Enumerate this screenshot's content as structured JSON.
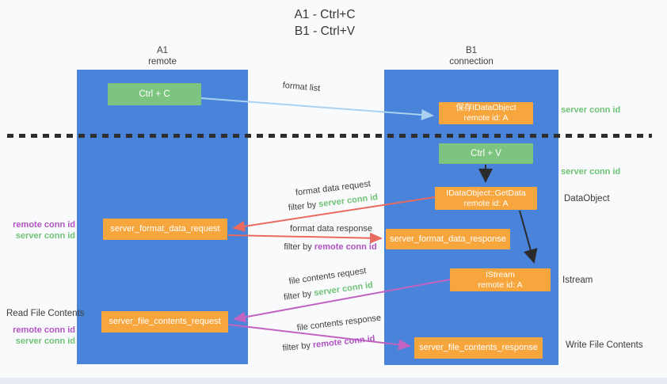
{
  "title": {
    "line1": "A1 - Ctrl+C",
    "line2": "B1 - Ctrl+V"
  },
  "lanes": {
    "a": {
      "name": "A1",
      "subtitle": "remote"
    },
    "b": {
      "name": "B1",
      "subtitle": "connection"
    }
  },
  "nodes": {
    "ctrl_c": "Ctrl + C",
    "save_dataobject": {
      "line1": "保存IDataObject",
      "line2": "remote id: A"
    },
    "ctrl_v": "Ctrl + V",
    "getdata": {
      "line1": "IDataObject::GetData",
      "line2": "remote id: A"
    },
    "format_request": "server_format_data_request",
    "format_response": "server_format_data_response",
    "istream": {
      "line1": "IStream",
      "line2": "remote id: A"
    },
    "file_request": "server_file_contents_request",
    "file_response": "server_file_contents_response"
  },
  "edge_labels": {
    "format_list": "format list",
    "format_data_request": "format data request",
    "filter_by_1": "filter by ",
    "filter_server_1": "server conn id",
    "format_data_response": "format data response",
    "filter_by_2": "filter by ",
    "filter_remote_1": "remote conn id",
    "file_contents_request": "file contents request",
    "filter_by_3": "filter by ",
    "filter_server_2": "server conn id",
    "file_contents_response": "file contents response",
    "filter_by_4": "filter by ",
    "filter_remote_2": "remote conn id"
  },
  "side_labels": {
    "server_conn_top": "server conn id",
    "server_conn_mid": "server conn id",
    "dataobject": "DataObject",
    "istream": "Istream",
    "write_file": "Write File Contents",
    "read_file": "Read File Contents",
    "remote_conn_left_top": "remote conn id",
    "server_conn_left_top": "server conn id",
    "remote_conn_left_bottom": "remote conn id",
    "server_conn_left_bottom": "server conn id"
  },
  "colors": {
    "lane_blue": "#4a83da",
    "node_green": "#7cc47f",
    "node_orange": "#f7a63e",
    "label_green": "#6fc276",
    "label_purple": "#b153c2",
    "arrow_light_blue": "#a9d2f0",
    "arrow_red": "#e96a5f",
    "arrow_magenta": "#c263c2",
    "arrow_black": "#2b2b2b",
    "background": "#f9fafb"
  }
}
